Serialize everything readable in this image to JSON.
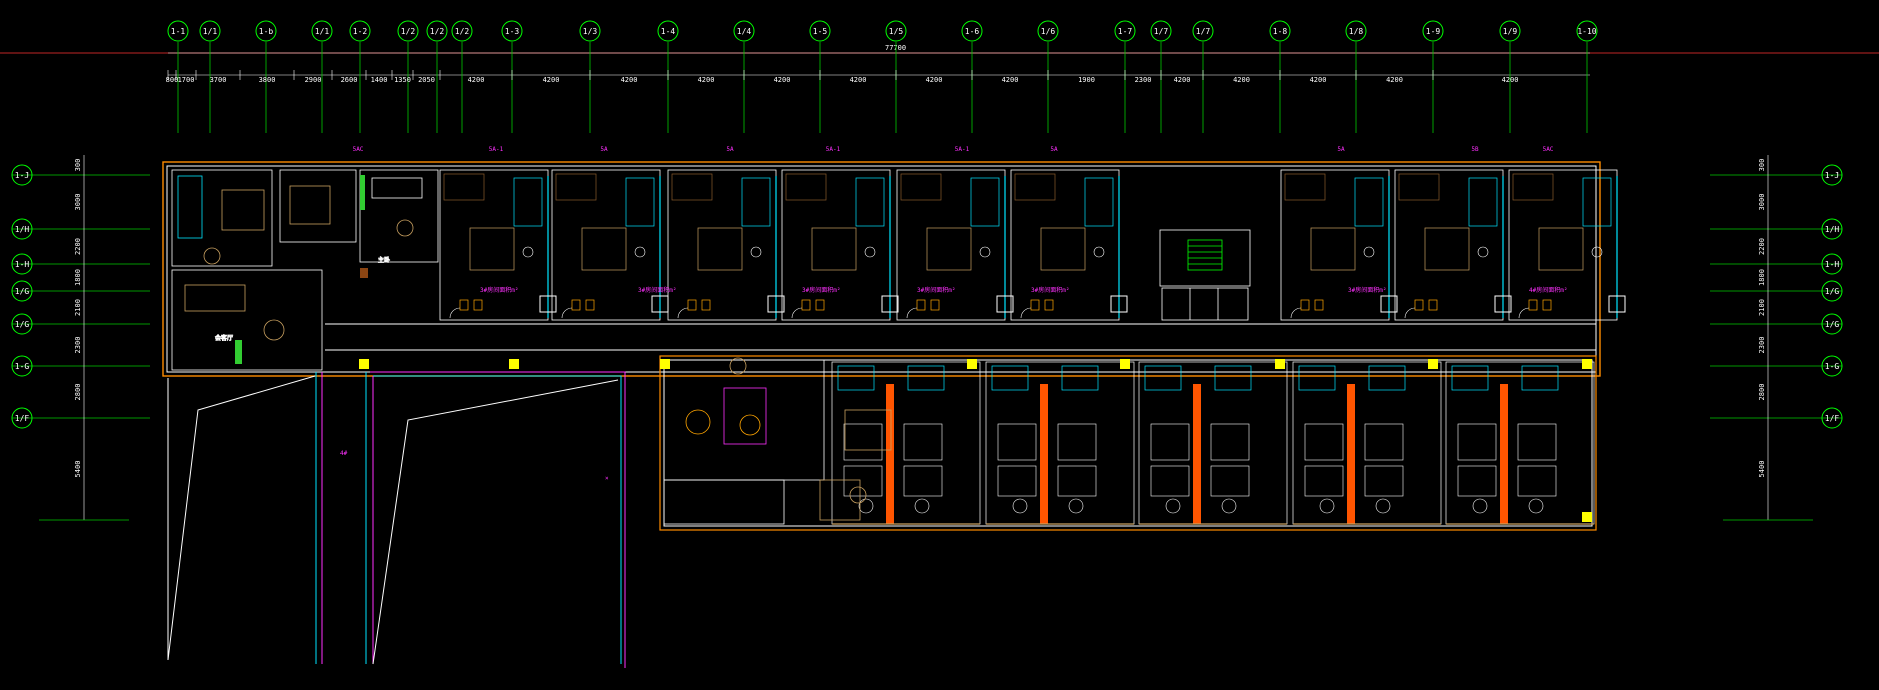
{
  "drawing": {
    "colors": {
      "background": "#000000",
      "grid_line": "#00c800",
      "bubble": "#00ff00",
      "dimension": "#ffffff",
      "wall": "#ffffff",
      "wall_secondary": "#ff8c00",
      "glass": "#00e5ff",
      "furniture": "#c8a060",
      "fixture": "#ffa500",
      "room_tag": "#ff30ff",
      "structure_marker": "#ffff00",
      "red_line": "#ff3333",
      "magenta": "#ff30ff",
      "orange_panel": "#ff5500"
    },
    "top_axes": [
      "1-1",
      "1/1",
      "1-b",
      "1/1",
      "1-2",
      "1/2",
      "1/2",
      "1/2",
      "1-3",
      "1/3",
      "1-4",
      "1/4",
      "1-5",
      "1/5",
      "1-6",
      "1/6",
      "1-7",
      "1/7",
      "1/7",
      "1-8",
      "1/8",
      "1-9",
      "1/9",
      "1-10"
    ],
    "overall_dimension": "77700",
    "top_dimensions": [
      "800",
      "1700",
      "3700",
      "3800",
      "2900",
      "2600",
      "1400",
      "1350",
      "2050",
      "4200",
      "4200",
      "4200",
      "4200",
      "4200",
      "4200",
      "4200",
      "4200",
      "1900",
      "2300",
      "4200",
      "4200",
      "4200",
      "4200",
      "4200"
    ],
    "side_axes": [
      "1-J",
      "1/H",
      "1-H",
      "1/G",
      "1/G",
      "1-G",
      "1/F"
    ],
    "left_dimensions": [
      "300",
      "3000",
      "2200",
      "1800",
      "2100",
      "2300",
      "2800",
      "5400"
    ],
    "right_dimensions": [
      "300",
      "3000",
      "2200",
      "1800",
      "2100",
      "2300",
      "2800",
      "5400"
    ],
    "room_tags": [
      "5AC",
      "5A-1",
      "5A",
      "5A",
      "5A-1",
      "5A-1",
      "5A",
      "5A",
      "5B",
      "5AC"
    ],
    "room_area_labels": [
      "3#房间面积m²",
      "3#房间面积m²",
      "3#房间面积m²",
      "3#房间面积m²",
      "3#房间面积m²",
      "3#房间面积m²",
      "4#房间面积m²"
    ],
    "left_suite_labels": [
      "会客厅",
      "主卧"
    ]
  }
}
